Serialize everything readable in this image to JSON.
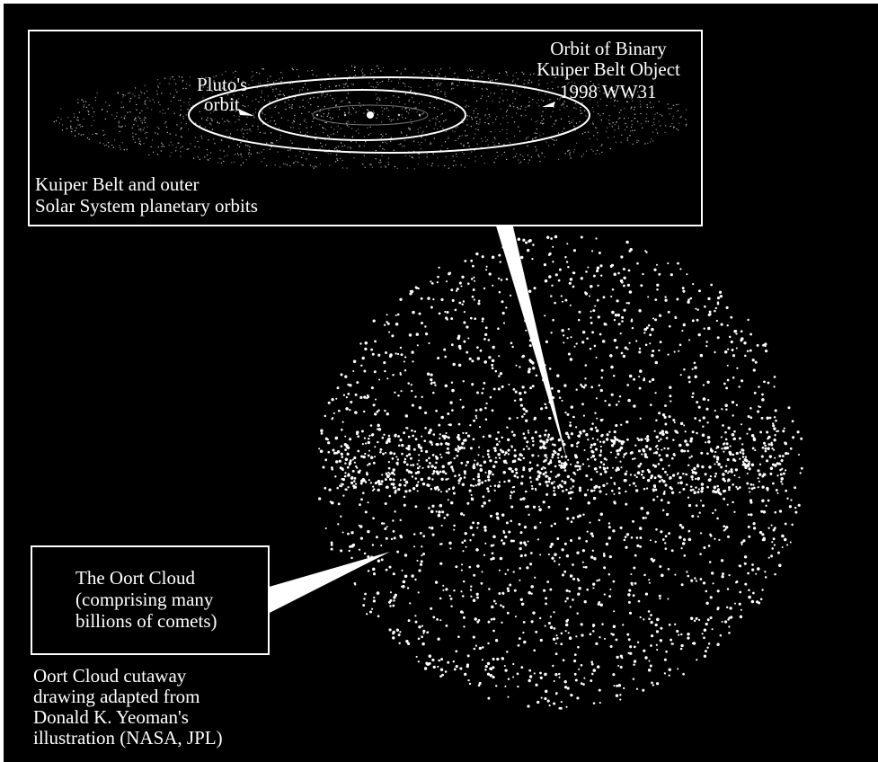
{
  "title_labels": {
    "binary_orbit": [
      "Orbit of Binary",
      "Kuiper Belt Object",
      "1998 WW31"
    ],
    "pluto_orbit": [
      "Pluto's",
      "orbit"
    ],
    "kuiper_caption": [
      "Kuiper Belt and outer",
      "Solar System planetary orbits"
    ],
    "oort_box": [
      "The Oort Cloud",
      "(comprising many",
      "billions of comets)"
    ],
    "credit": [
      "Oort Cloud cutaway",
      "drawing adapted from",
      "Donald K. Yeoman's",
      "illustration (NASA, JPL)"
    ]
  },
  "colors": {
    "background": "#000000",
    "foreground": "#ffffff"
  }
}
